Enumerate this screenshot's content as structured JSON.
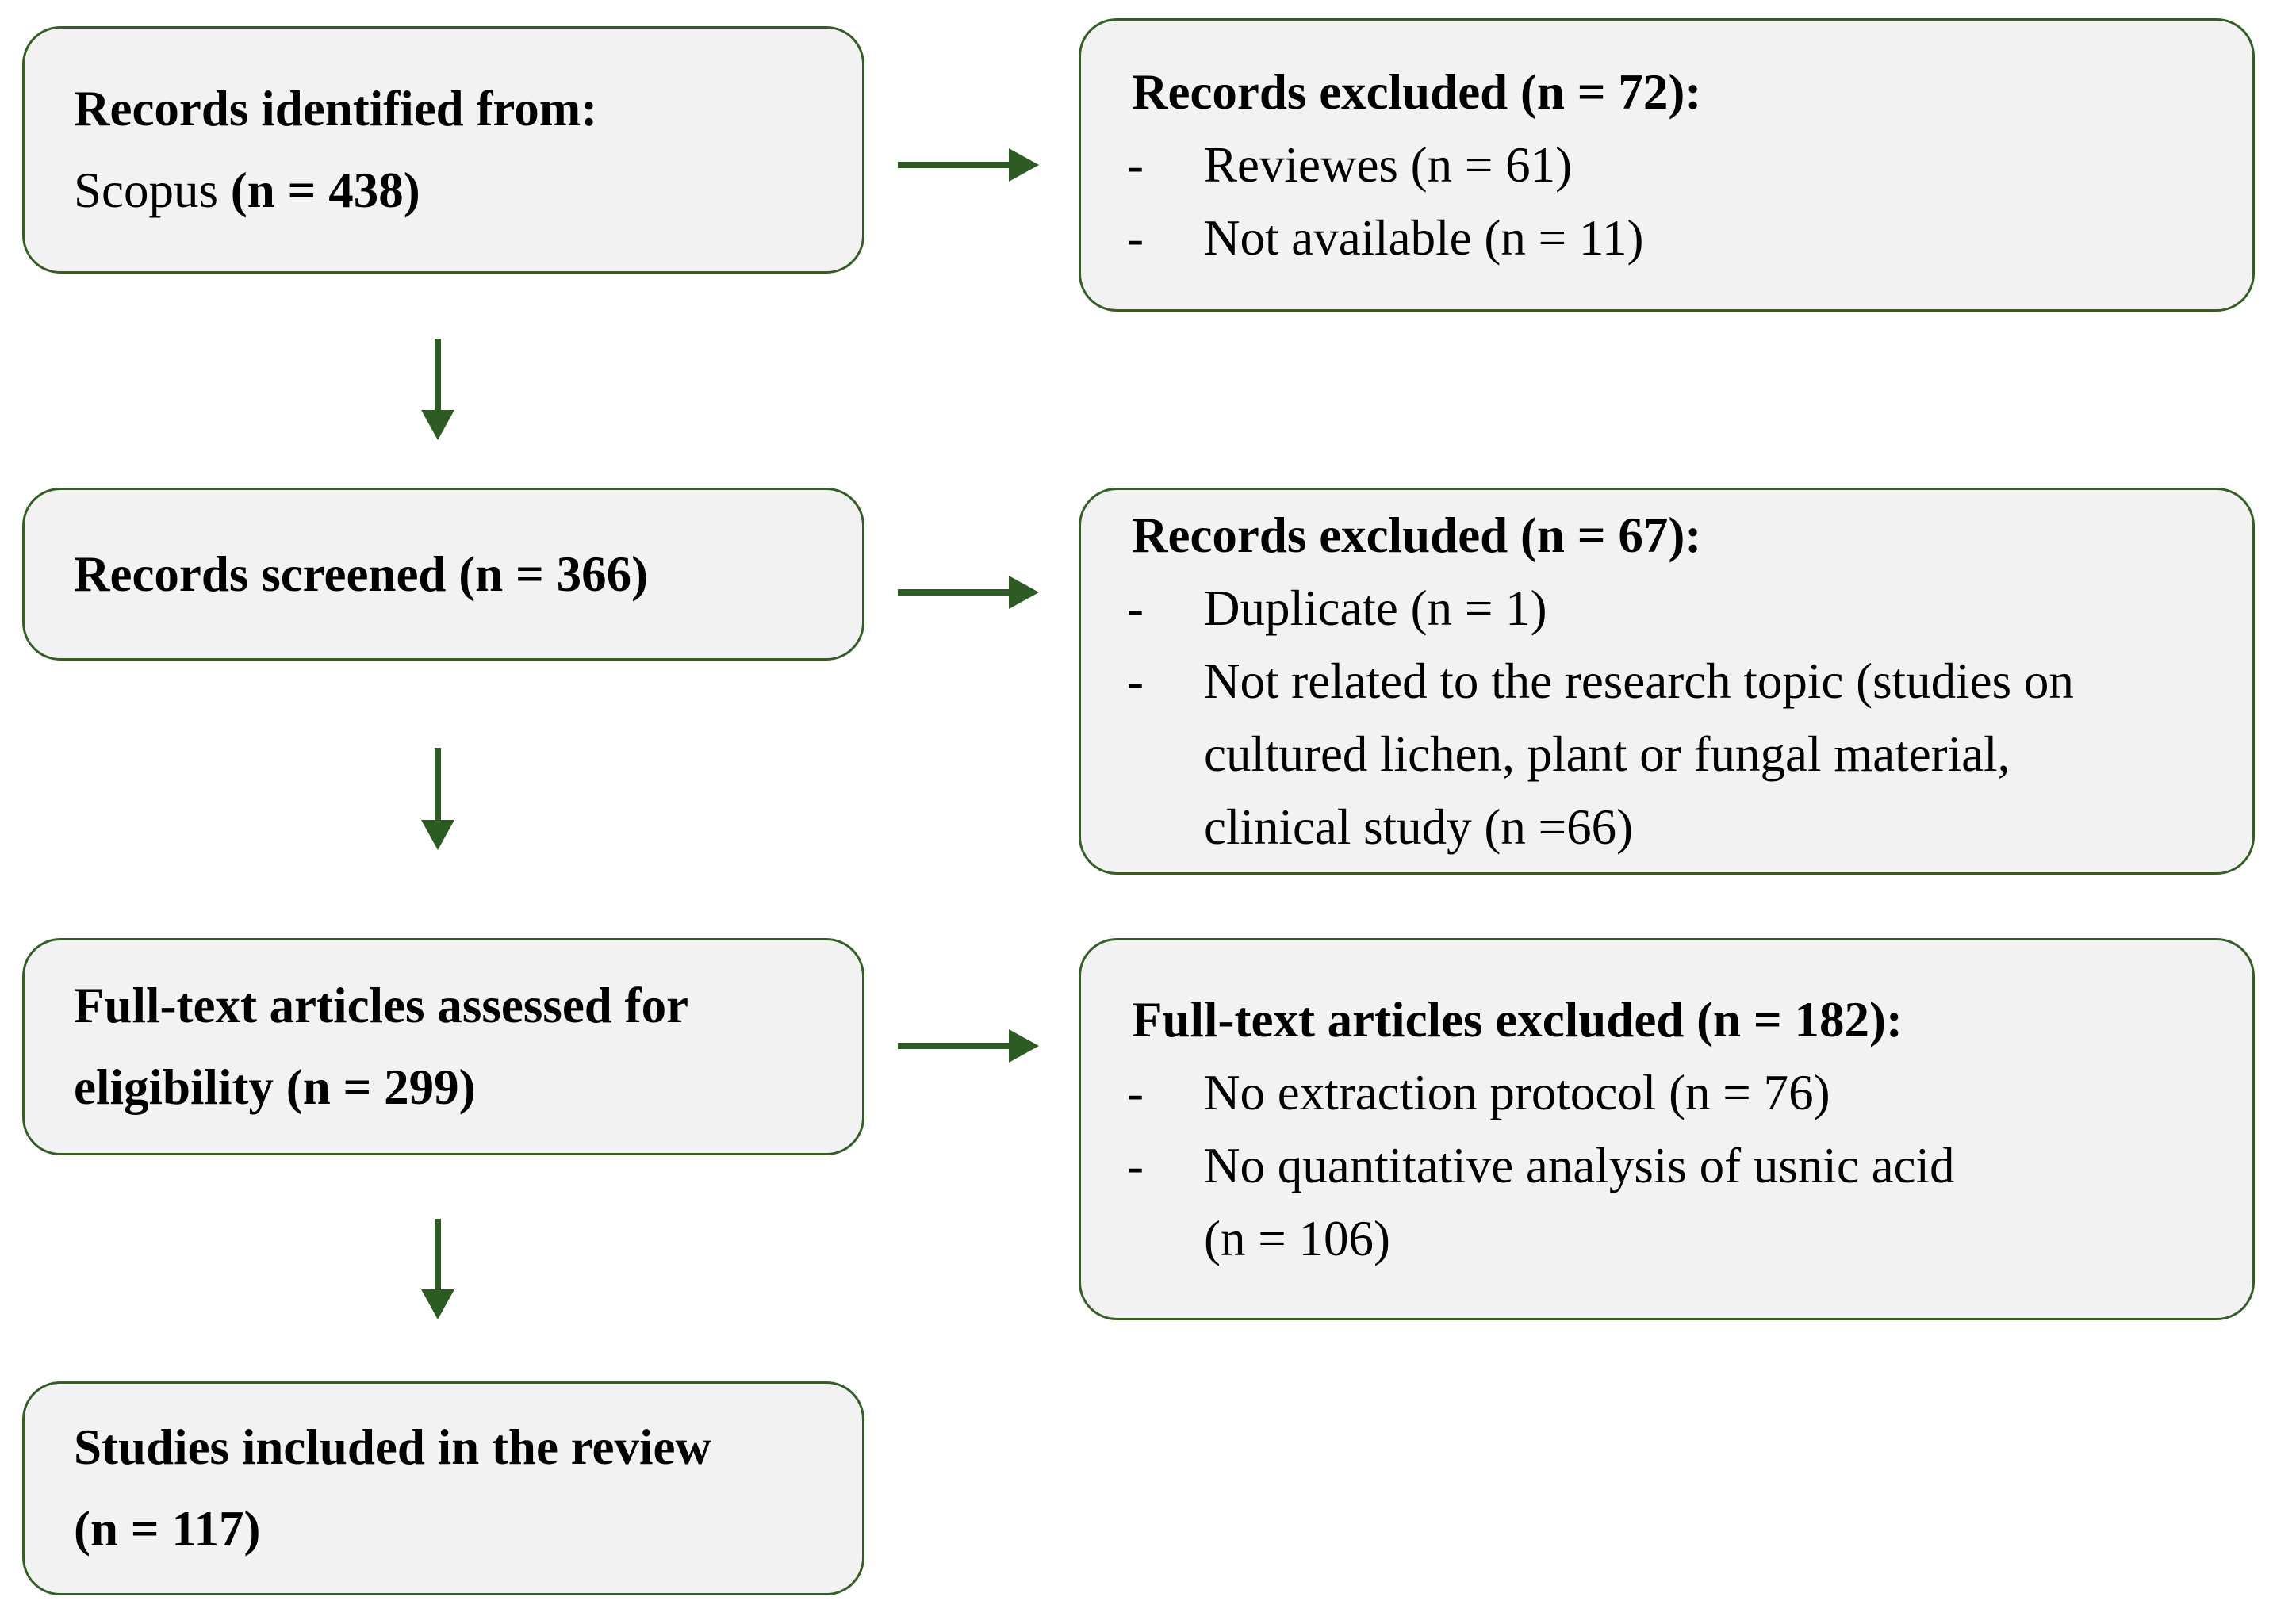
{
  "diagram": {
    "background": "#ffffff",
    "box_fill": "#f2f2f2",
    "outline_green": "#375d26",
    "arrow_green": "#2e5a23",
    "text_color": "#000000"
  },
  "flow_boxes": {
    "identification": {
      "line1": "Records identified from:",
      "source": "Scopus ",
      "count": "(n = 438)"
    },
    "screening": {
      "lines": [
        "Records screened (n = 366)"
      ]
    },
    "eligibility": {
      "lines": [
        "Full-text articles assessed for",
        "eligibility (n = 299)"
      ]
    },
    "included": {
      "lines": [
        "Studies included in the review",
        "(n = 117)"
      ]
    }
  },
  "exclusion_boxes": [
    {
      "header": "Records excluded (n = 72):",
      "items": [
        {
          "bullet": "-",
          "lines": [
            "Reviewes (n = 61)"
          ]
        },
        {
          "bullet": "-",
          "lines": [
            "Not available (n = 11)"
          ]
        }
      ]
    },
    {
      "header": "Records excluded (n = 67):",
      "items": [
        {
          "bullet": "-",
          "lines": [
            "Duplicate (n = 1)"
          ]
        },
        {
          "bullet": "-",
          "lines": [
            "Not related to the research topic (studies on",
            "cultured lichen, plant or fungal material,",
            "clinical study (n =66)"
          ]
        }
      ]
    },
    {
      "header": "Full-text articles excluded (n = 182):",
      "items": [
        {
          "bullet": "-",
          "lines": [
            "No extraction protocol (n = 76)"
          ]
        },
        {
          "bullet": "-",
          "lines": [
            "No quantitative analysis of usnic acid",
            "(n = 106)"
          ]
        }
      ]
    }
  ]
}
